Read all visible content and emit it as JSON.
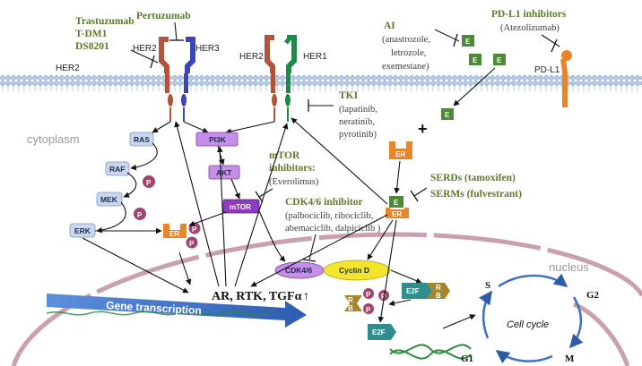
{
  "drugs": {
    "pertuzumab": "Pertuzumab",
    "trastuzumab": "Trastuzumab",
    "tdm1": "T-DM1",
    "ds8201": "DS8201",
    "ai_title": "AI",
    "ai_1": "(anastrozole,",
    "ai_2": "letrozole,",
    "ai_3": "exemestane)",
    "pdl1_title": "PD-L1 inhibitors",
    "pdl1_sub": "(Atezolizumab)",
    "tki_title": "TKI",
    "tki_1": "(lapatinib,",
    "tki_2": "neratinib,",
    "tki_3": "pyrotinib)",
    "mtor_title_1": "mTOR",
    "mtor_title_2": "inhibitors:",
    "mtor_sub": "(Everolimus)",
    "cdk_title": "CDK4/6 inhibitor",
    "cdk_1": "(palbociclib, ribociclib,",
    "cdk_2": "abemaciclib, dalpiciclib )",
    "serds": "SERDs (tamoxifen)",
    "serms": "SERMs (fulvestrant)"
  },
  "labels": {
    "her2_a": "HER2",
    "her3": "HER3",
    "her2_left": "HER2",
    "her2_b": "HER2",
    "her1": "HER1",
    "pdl1": "PD-L1",
    "cytoplasm": "cytoplasm",
    "nucleus": "nucleus",
    "plus": "+",
    "e": "E",
    "er": "ER",
    "p": "P",
    "b": "B",
    "r": "R",
    "ras": "RAS",
    "raf": "RAF",
    "mek": "MEK",
    "erk": "ERK",
    "pi3k": "PI3K",
    "akt": "AKT",
    "mtor": "mTOR",
    "cdk46": "CDK4/6",
    "cyclind": "Cyclin D",
    "e2f": "E2F",
    "targets": "AR, RTK, TGFα",
    "up": "↑",
    "gene_transcription": "Gene transcription",
    "cell_cycle": "Cell cycle",
    "s": "S",
    "g2": "G2",
    "m": "M",
    "g1": "G1"
  },
  "colors": {
    "drug_green": "#5b7a2c",
    "membrane": "#9fb8d8",
    "her2_color": "#b5533a",
    "her3_color": "#3b44b8",
    "her1_color": "#1d8a4a",
    "estrogen": "#4d8a35",
    "er_orange": "#e8852a",
    "phospho": "#a0456f",
    "kinase_purple": "#c58ee8",
    "mapk_blue": "#c9d6ef",
    "nucleus_line": "#caa0ac",
    "gene_arrow": "#3e6fc4"
  }
}
